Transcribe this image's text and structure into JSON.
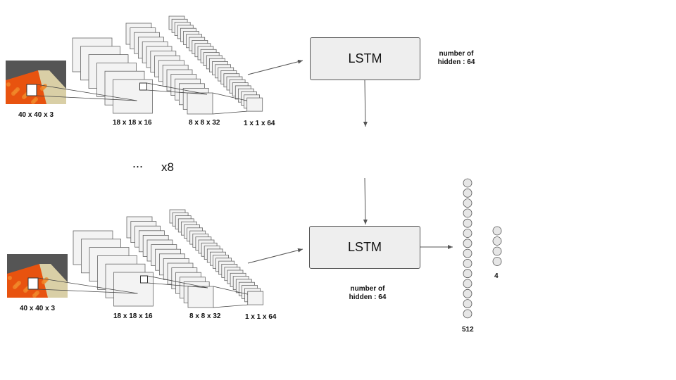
{
  "top_row": {
    "input_label": "40 x 40 x 3",
    "conv1_label": "18 x 18 x 16",
    "conv2_label": "8 x 8 x 32",
    "conv3_label": "1 x 1 x 64",
    "lstm_label": "LSTM",
    "hidden_note": "number of hidden : 64"
  },
  "bottom_row": {
    "input_label": "40 x 40 x 3",
    "conv1_label": "18 x 18 x 16",
    "conv2_label": "8 x 8 x 32",
    "conv3_label": "1 x 1 x 64",
    "lstm_label": "LSTM",
    "hidden_note": "number of hidden : 64"
  },
  "repeat": {
    "ellipsis": "...",
    "times": "x8"
  },
  "output": {
    "dense_label": "512",
    "out_label": "4"
  },
  "colors": {
    "lava": "#e8530f",
    "sand": "#d9cfa6",
    "wall": "#555555",
    "box_fill": "#eeeeee"
  }
}
